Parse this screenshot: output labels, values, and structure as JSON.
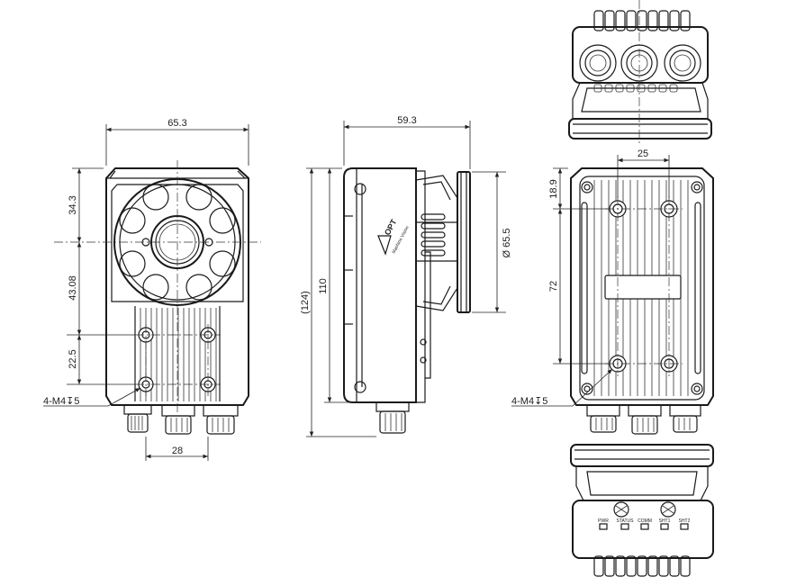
{
  "dimensions": {
    "front_width": "65.3",
    "front_top_to_center": "34.3",
    "front_center_to_hole": "43.08",
    "front_hole_spacing_v": "22.5",
    "front_thread_callout": "4-M4",
    "front_thread_symbol": "↧",
    "front_thread_depth": "5",
    "front_bottom_spacing": "28",
    "side_depth": "59.3",
    "side_height": "110",
    "side_overall_height": "(124)",
    "side_lens_diameter": "Ø 65.5",
    "back_hole_spacing_h": "25",
    "back_top_offset": "18.9",
    "back_hole_spacing_v": "72",
    "back_thread_callout": "4-M4",
    "back_thread_symbol": "↧",
    "back_thread_depth": "5"
  },
  "branding": {
    "logo_text": "OPT",
    "tagline": "Machine Vision"
  },
  "indicator_labels": [
    "PWR",
    "STATUS",
    "COMM",
    "SHT1",
    "SHT2"
  ]
}
